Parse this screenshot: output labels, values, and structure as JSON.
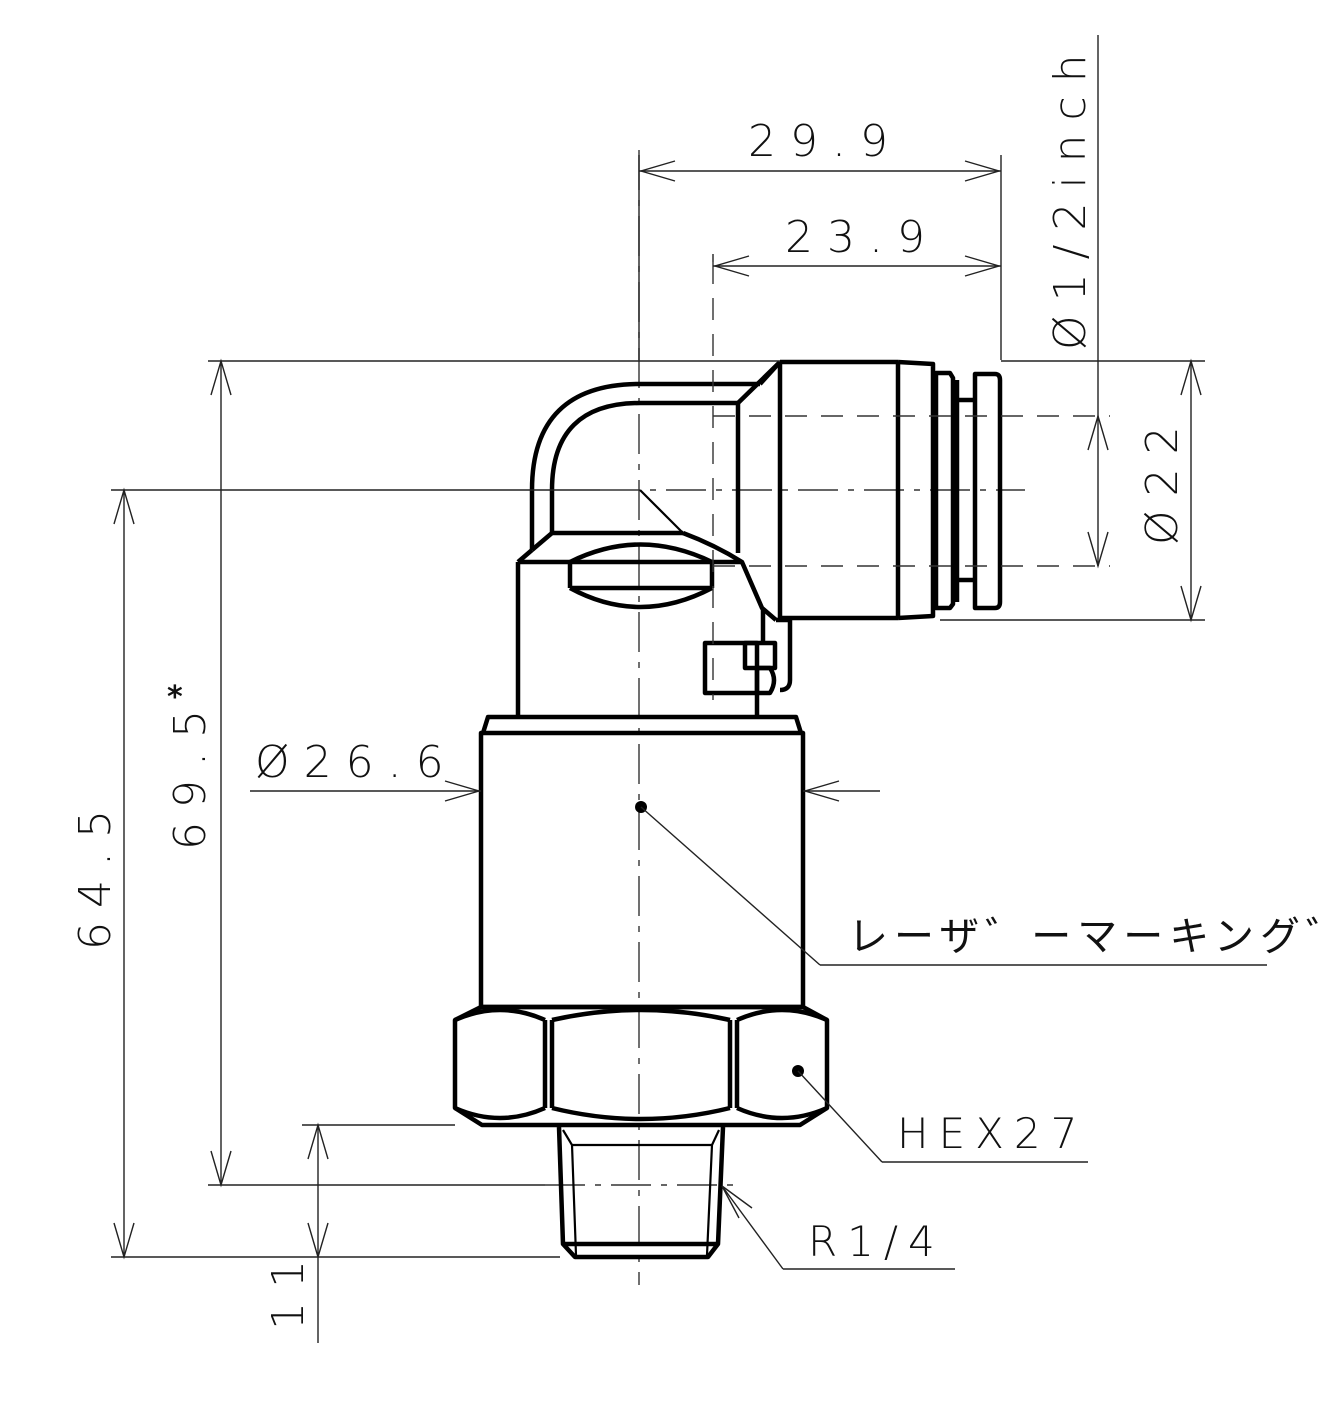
{
  "drawing": {
    "title": "Elbow push-in fitting with hex body - dimensional drawing",
    "dimensions": {
      "tube_offset_29_9": "29.9",
      "tube_offset_23_9": "23.9",
      "tube_od": "Ø1/2inch",
      "collet_od": "Ø22",
      "body_diameter": "Ø26.6",
      "height_64_5": "64.5",
      "height_69_5": "69.5",
      "height_69_5_note": "*",
      "thread_length": "11"
    },
    "callouts": {
      "laser_marking": "レーザ゛ーマーキング゛",
      "hex": "HEX27",
      "thread": "R1/4"
    }
  }
}
